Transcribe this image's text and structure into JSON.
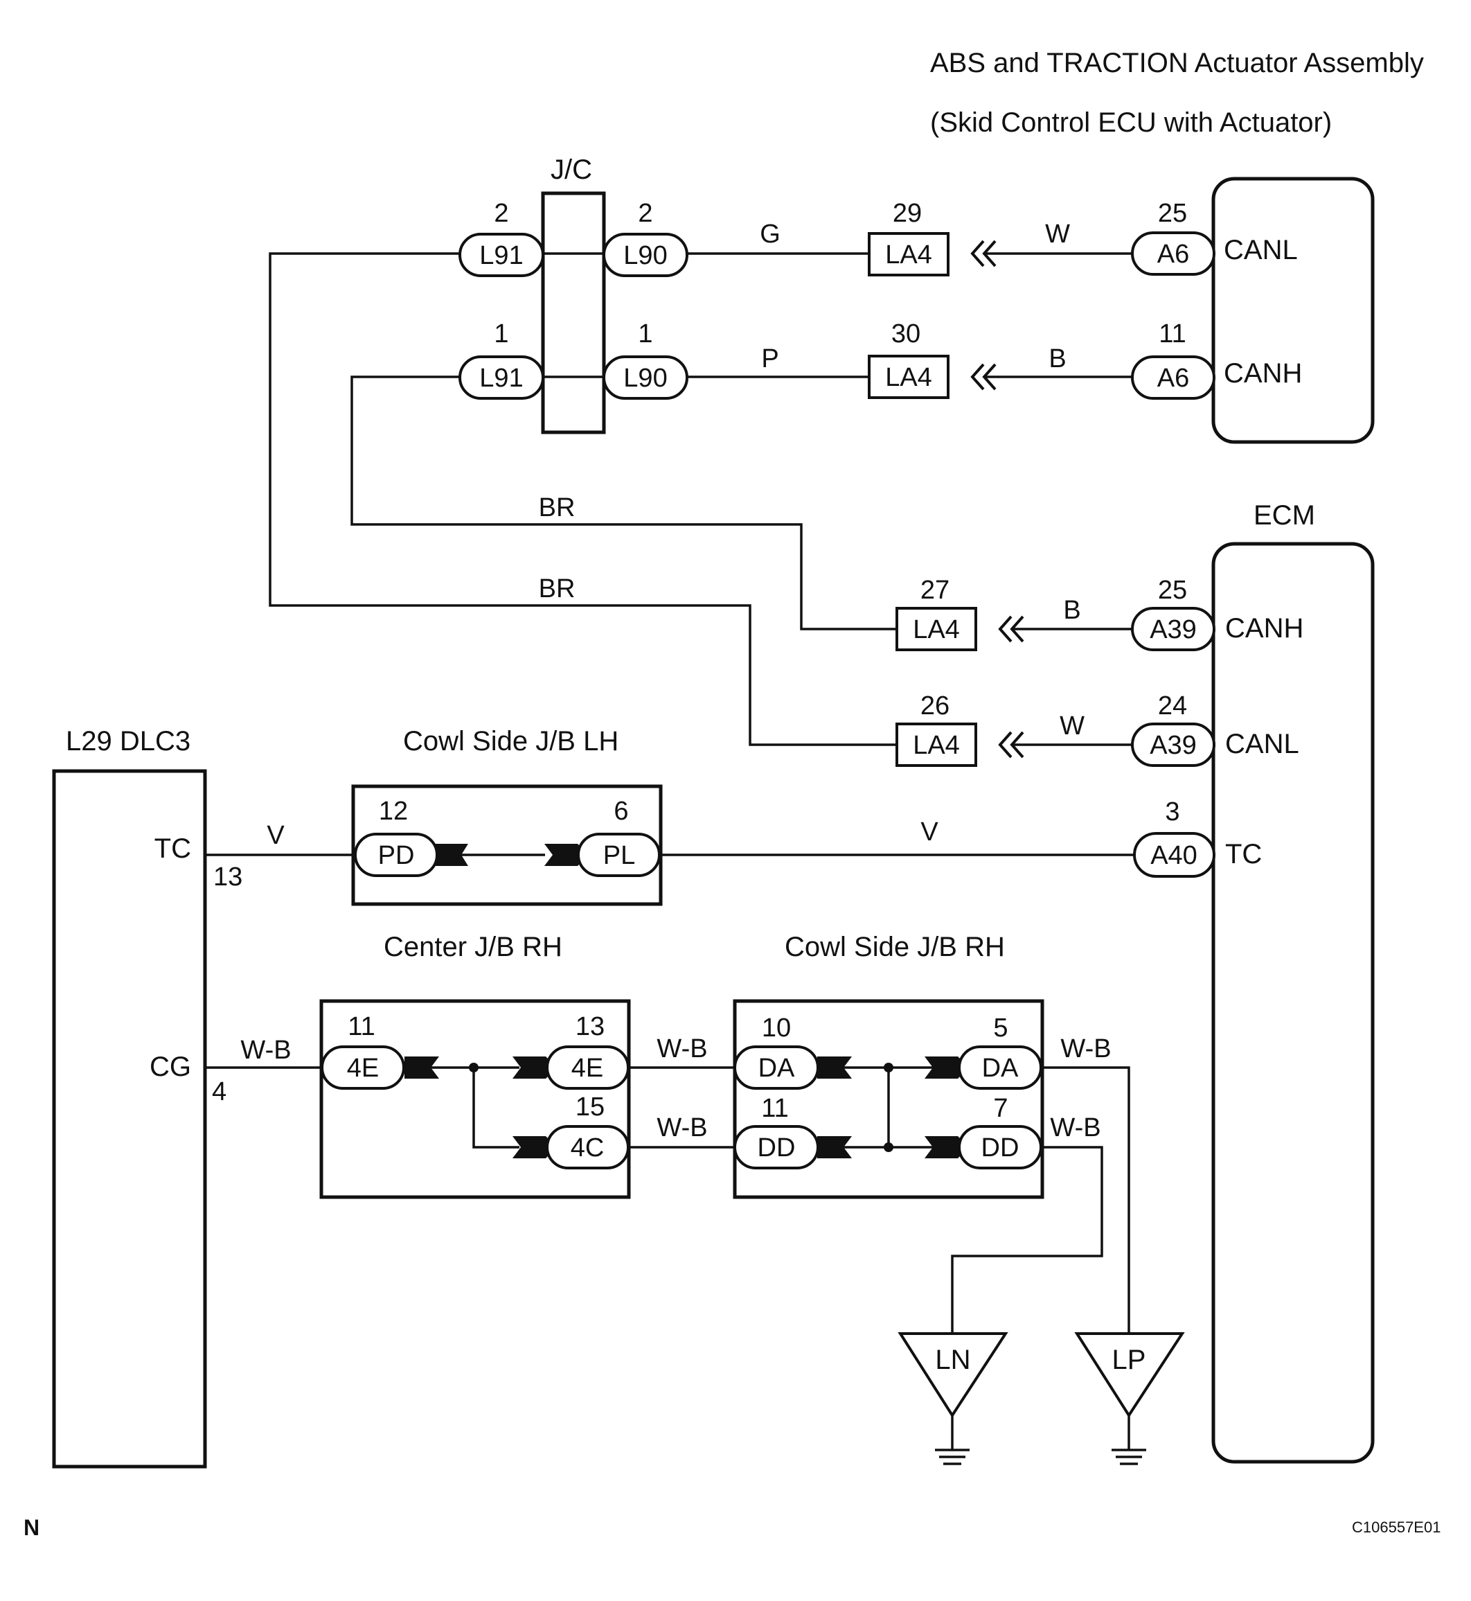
{
  "titles": {
    "abs_title": "ABS and TRACTION Actuator Assembly",
    "abs_subtitle": "(Skid Control ECU with Actuator)",
    "jc": "J/C",
    "ecm": "ECM",
    "dlc3": "L29 DLC3",
    "cowl_lh": "Cowl Side J/B LH",
    "center_rh": "Center J/B RH",
    "cowl_rh": "Cowl Side J/B RH",
    "corner_mark": "N",
    "figure_code": "C106557E01"
  },
  "abs_terminals": {
    "canl": "CANL",
    "canh": "CANH"
  },
  "ecm_terminals": {
    "canh": "CANH",
    "canl": "CANL",
    "tc": "TC"
  },
  "dlc3_terminals": {
    "tc": "TC",
    "tc_pin": "13",
    "cg": "CG",
    "cg_pin": "4"
  },
  "connectors": {
    "l91_top": {
      "name": "L91",
      "pin": "2"
    },
    "l90_top": {
      "name": "L90",
      "pin": "2"
    },
    "l91_bot": {
      "name": "L91",
      "pin": "1"
    },
    "l90_bot": {
      "name": "L90",
      "pin": "1"
    },
    "la4_29": {
      "name": "LA4",
      "pin": "29"
    },
    "la4_30": {
      "name": "LA4",
      "pin": "30"
    },
    "la4_27": {
      "name": "LA4",
      "pin": "27"
    },
    "la4_26": {
      "name": "LA4",
      "pin": "26"
    },
    "a6_25": {
      "name": "A6",
      "pin": "25"
    },
    "a6_11": {
      "name": "A6",
      "pin": "11"
    },
    "a39_25": {
      "name": "A39",
      "pin": "25"
    },
    "a39_24": {
      "name": "A39",
      "pin": "24"
    },
    "a40_3": {
      "name": "A40",
      "pin": "3"
    },
    "pd_12": {
      "name": "PD",
      "pin": "12"
    },
    "pl_6": {
      "name": "PL",
      "pin": "6"
    },
    "4e_11": {
      "name": "4E",
      "pin": "11"
    },
    "4e_13": {
      "name": "4E",
      "pin": "13"
    },
    "4c_15": {
      "name": "4C",
      "pin": "15"
    },
    "da_10": {
      "name": "DA",
      "pin": "10"
    },
    "da_5": {
      "name": "DA",
      "pin": "5"
    },
    "dd_11": {
      "name": "DD",
      "pin": "11"
    },
    "dd_7": {
      "name": "DD",
      "pin": "7"
    }
  },
  "wire_colors": {
    "g": "G",
    "w_abs": "W",
    "p": "P",
    "b_abs": "B",
    "br_upper": "BR",
    "br_lower": "BR",
    "b_ecm": "B",
    "w_ecm": "W",
    "v_left": "V",
    "v_right": "V",
    "wb_dlc": "W-B",
    "wb_4e": "W-B",
    "wb_4c": "W-B",
    "wb_da": "W-B",
    "wb_dd": "W-B"
  },
  "grounds": {
    "ln": "LN",
    "lp": "LP"
  }
}
